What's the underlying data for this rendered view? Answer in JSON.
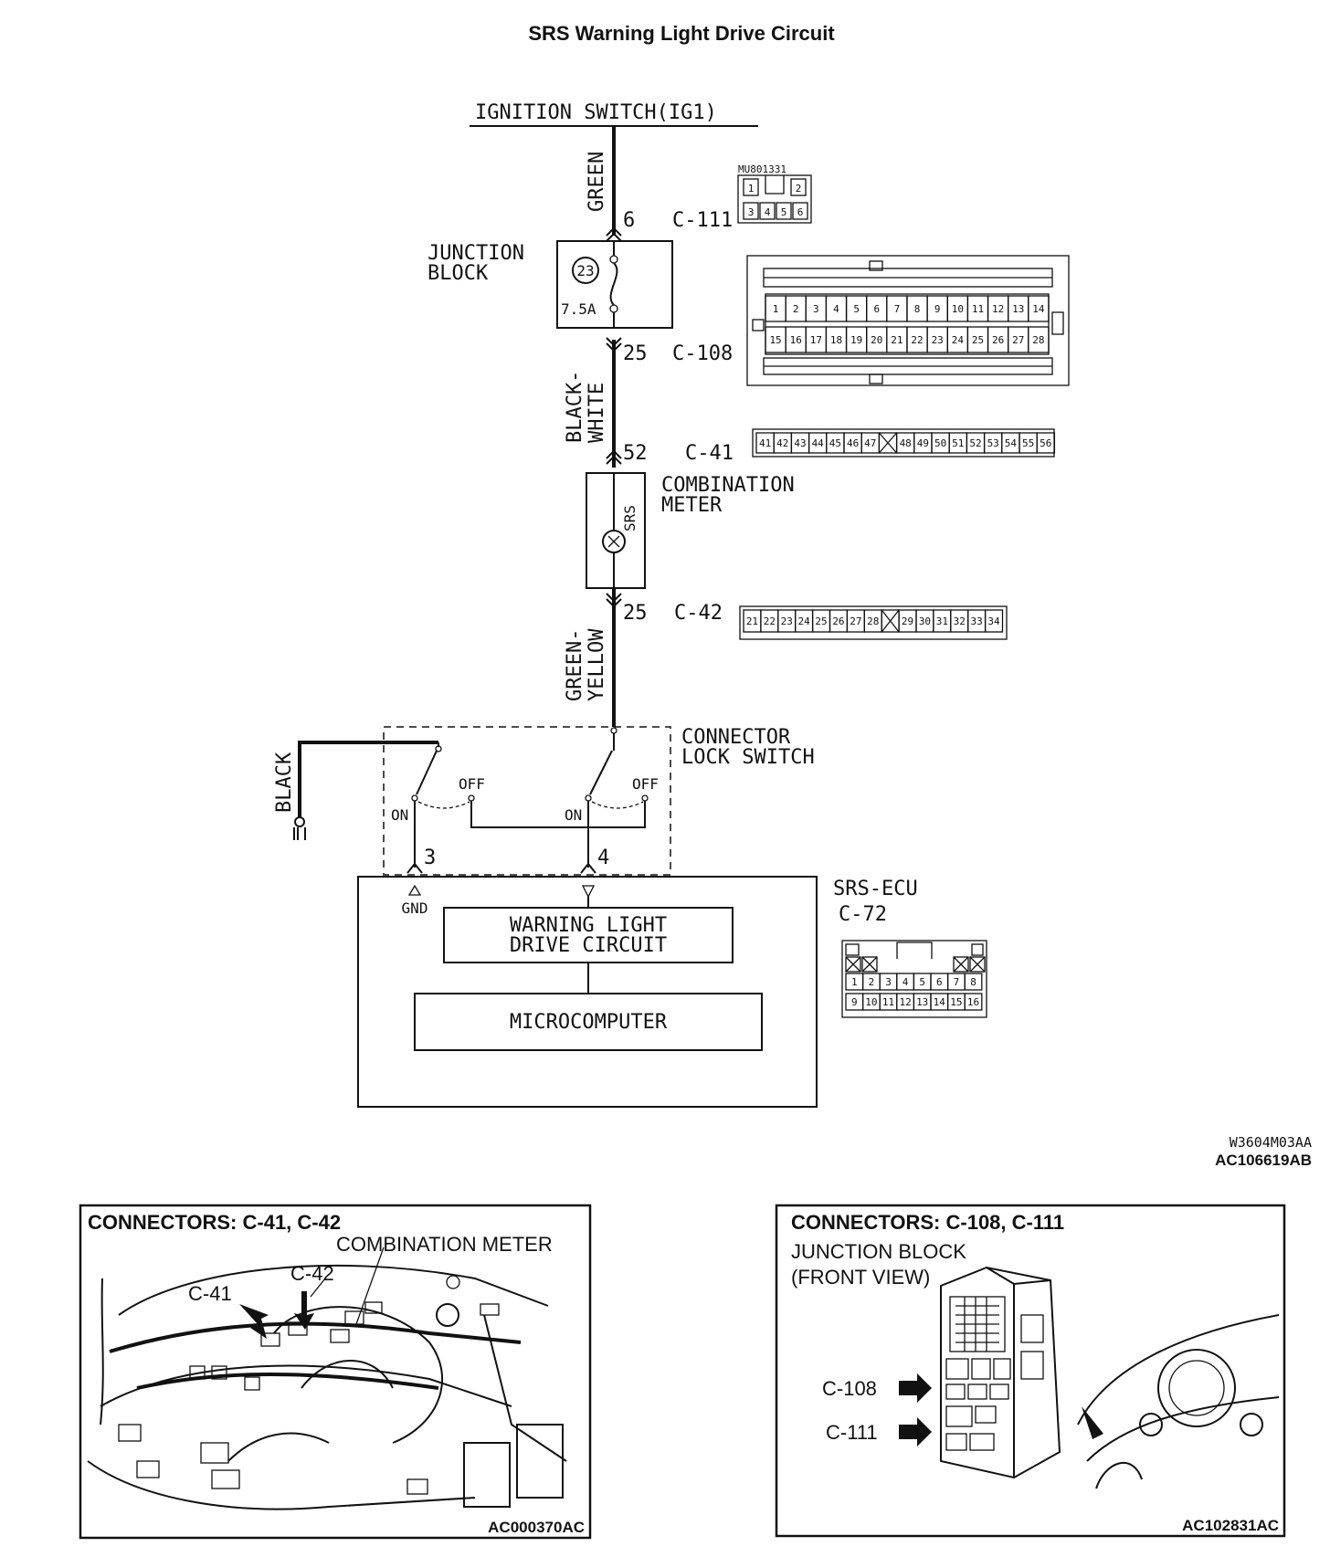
{
  "title": "SRS Warning Light Drive Circuit",
  "source": {
    "label": "IGNITION SWITCH(IG1)"
  },
  "wires": [
    {
      "color": "GREEN"
    },
    {
      "color_line1": "BLACK-",
      "color_line2": "WHITE"
    },
    {
      "color_line1": "GREEN-",
      "color_line2": "YELLOW"
    },
    {
      "color": "BLACK"
    }
  ],
  "junction_block": {
    "label_line1": "JUNCTION",
    "label_line2": "BLOCK",
    "fuse_number": "23",
    "fuse_rating": "7.5A",
    "in_pin": "6",
    "in_connector": "C-111",
    "out_pin": "25",
    "out_connector": "C-108"
  },
  "combination_meter": {
    "label_line1": "COMBINATION",
    "label_line2": "METER",
    "lamp_label": "SRS",
    "in_pin": "52",
    "in_connector": "C-41",
    "out_pin": "25",
    "out_connector": "C-42"
  },
  "lock_switch": {
    "label_line1": "CONNECTOR",
    "label_line2": "LOCK SWITCH",
    "on_label": "ON",
    "off_label": "OFF",
    "pin_gnd": "3",
    "pin_sig": "4"
  },
  "ecu": {
    "label": "SRS-ECU",
    "connector": "C-72",
    "gnd_label": "GND",
    "block1_line1": "WARNING LIGHT",
    "block1_line2": "DRIVE CIRCUIT",
    "block2": "MICROCOMPUTER"
  },
  "connector_views": {
    "c111": {
      "part_no": "MU801331",
      "pins_top": [
        "1",
        "2"
      ],
      "pins_bottom": [
        "3",
        "4",
        "5",
        "6"
      ]
    },
    "c108": {
      "pins_top": [
        "1",
        "2",
        "3",
        "4",
        "5",
        "6",
        "7",
        "8",
        "9",
        "10",
        "11",
        "12",
        "13",
        "14"
      ],
      "pins_bottom": [
        "15",
        "16",
        "17",
        "18",
        "19",
        "20",
        "21",
        "22",
        "23",
        "24",
        "25",
        "26",
        "27",
        "28"
      ]
    },
    "c41": {
      "pins": [
        "41",
        "42",
        "43",
        "44",
        "45",
        "46",
        "47",
        "",
        "48",
        "49",
        "50",
        "51",
        "52",
        "53",
        "54",
        "55",
        "56"
      ]
    },
    "c42": {
      "pins": [
        "21",
        "22",
        "23",
        "24",
        "25",
        "26",
        "27",
        "28",
        "",
        "29",
        "30",
        "31",
        "32",
        "33",
        "34"
      ]
    },
    "c72": {
      "pins_top": [
        "1",
        "2",
        "3",
        "4",
        "5",
        "6",
        "7",
        "8"
      ],
      "pins_bottom": [
        "9",
        "10",
        "11",
        "12",
        "13",
        "14",
        "15",
        "16"
      ]
    }
  },
  "figure_codes": {
    "code1": "W3604M03AA",
    "code2": "AC106619AB"
  },
  "panel_left": {
    "header": "CONNECTORS: C-41, C-42",
    "callout_meter": "COMBINATION METER",
    "callout_c41": "C-41",
    "callout_c42": "C-42",
    "ref": "AC000370AC"
  },
  "panel_right": {
    "header": "CONNECTORS: C-108, C-111",
    "caption_line1": "JUNCTION BLOCK",
    "caption_line2": "(FRONT VIEW)",
    "callout_c108": "C-108",
    "callout_c111": "C-111",
    "ref": "AC102831AC"
  }
}
